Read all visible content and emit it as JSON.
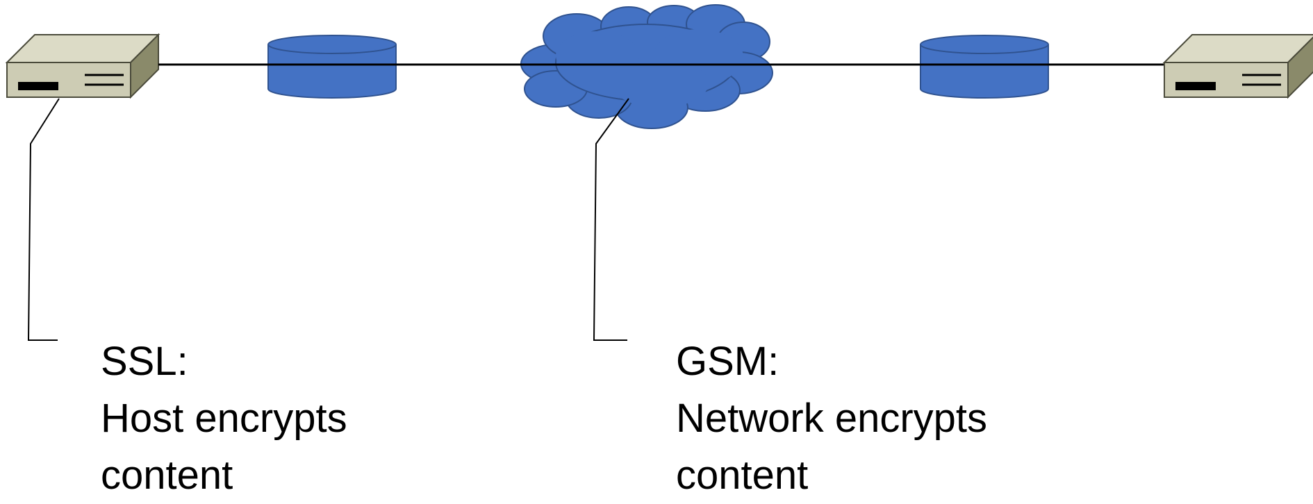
{
  "callouts": {
    "ssl": {
      "heading": "SSL:",
      "line1": "Host encrypts",
      "line2": "content"
    },
    "gsm": {
      "heading": "GSM:",
      "line1": "Network encrypts",
      "line2": "content"
    }
  },
  "colors": {
    "device_face": "#cdccb4",
    "device_top": "#dcdbc6",
    "device_side": "#8a8a6a",
    "device_outline": "#4a4a3a",
    "node_fill": "#4472c4",
    "node_outline": "#2f528f",
    "line": "#000000"
  },
  "icons": {
    "left_host": "network-device-icon",
    "right_host": "network-device-icon",
    "left_node": "cylinder-icon",
    "right_node": "cylinder-icon",
    "network": "cloud-icon"
  }
}
